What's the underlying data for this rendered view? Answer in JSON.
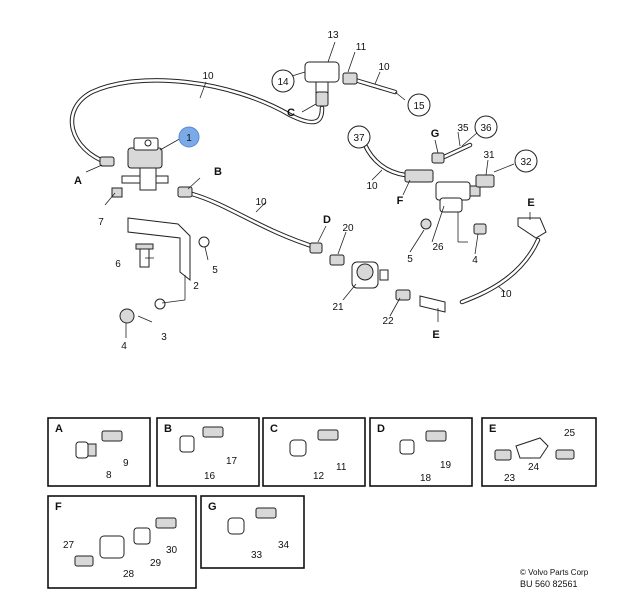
{
  "callouts": {
    "c1": "1",
    "c2": "2",
    "c3": "3",
    "c4a": "4",
    "c4b": "4",
    "c5a": "5",
    "c5b": "5",
    "c6": "6",
    "c7": "7",
    "c10a": "10",
    "c10b": "10",
    "c10c": "10",
    "c10d": "10",
    "c10e": "10",
    "c11": "11",
    "c13": "13",
    "c14": "14",
    "c15": "15",
    "c20": "20",
    "c21": "21",
    "c22": "22",
    "c26": "26",
    "c31": "31",
    "c32": "32",
    "c35": "35",
    "c36": "36",
    "c37": "37"
  },
  "letters": {
    "A": "A",
    "B": "B",
    "C": "C",
    "D": "D",
    "E1": "E",
    "E2": "E",
    "F": "F",
    "G": "G"
  },
  "detail_boxes": {
    "A": {
      "letter": "A",
      "n1": "8",
      "n2": "9"
    },
    "B": {
      "letter": "B",
      "n1": "16",
      "n2": "17"
    },
    "C": {
      "letter": "C",
      "n1": "12",
      "n2": "11"
    },
    "D": {
      "letter": "D",
      "n1": "18",
      "n2": "19"
    },
    "E": {
      "letter": "E",
      "n1": "23",
      "n2": "24",
      "n3": "25"
    },
    "F": {
      "letter": "F",
      "n1": "27",
      "n2": "28",
      "n3": "29",
      "n4": "30"
    },
    "G": {
      "letter": "G",
      "n1": "33",
      "n2": "34"
    }
  },
  "highlight_color": "#7aaae8",
  "credit": {
    "line1": "© Volvo Parts Corp",
    "line2": "BU 560 82561"
  }
}
